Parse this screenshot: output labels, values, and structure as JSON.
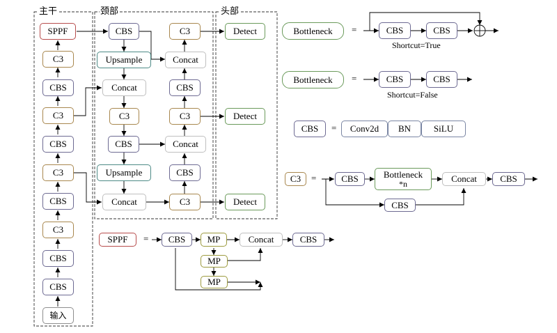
{
  "sections": {
    "backbone": "主干",
    "neck": "颈部",
    "head": "头部"
  },
  "backbone": [
    "SPPF",
    "C3",
    "CBS",
    "C3",
    "CBS",
    "C3",
    "CBS",
    "C3",
    "CBS",
    "CBS",
    "输入"
  ],
  "neck": {
    "cbs_top": "CBS",
    "upsample_1": "Upsample",
    "concat_1": "Concat",
    "c3_1": "C3",
    "cbs_mid": "CBS",
    "upsample_2": "Upsample",
    "concat_2": "Concat",
    "c3_top": "C3",
    "concat_r1": "Concat",
    "cbs_r1": "CBS",
    "c3_mid": "C3",
    "concat_r2": "Concat",
    "cbs_r2": "CBS",
    "c3_bottom": "C3"
  },
  "head": [
    "Detect",
    "Detect",
    "Detect"
  ],
  "legend": {
    "equals": "=",
    "bottleneck_true": {
      "label": "Bottleneck",
      "blocks": [
        "CBS",
        "CBS"
      ],
      "caption": "Shortcut=True"
    },
    "bottleneck_false": {
      "label": "Bottleneck",
      "blocks": [
        "CBS",
        "CBS"
      ],
      "caption": "Shortcut=False"
    },
    "cbs": {
      "label": "CBS",
      "blocks": [
        "Conv2d",
        "BN",
        "SiLU"
      ]
    },
    "c3": {
      "label": "C3",
      "cbs_in": "CBS",
      "bottleneck": "Bottleneck",
      "bottleneck_mult": "*n",
      "concat": "Concat",
      "cbs_out": "CBS",
      "cbs_skip": "CBS"
    },
    "sppf": {
      "label": "SPPF",
      "cbs_in": "CBS",
      "mp": [
        "MP",
        "MP",
        "MP"
      ],
      "concat": "Concat",
      "cbs_out": "CBS"
    }
  },
  "colors": {
    "cbs": "#6d6a92",
    "c3": "#a8874e",
    "sppf": "#b74c4c",
    "upsample": "#4d8a86",
    "concat": "#bfbfbf",
    "detect": "#6a9a5a",
    "bottleneck": "#6a9a5a",
    "mp": "#9c9a3e"
  }
}
